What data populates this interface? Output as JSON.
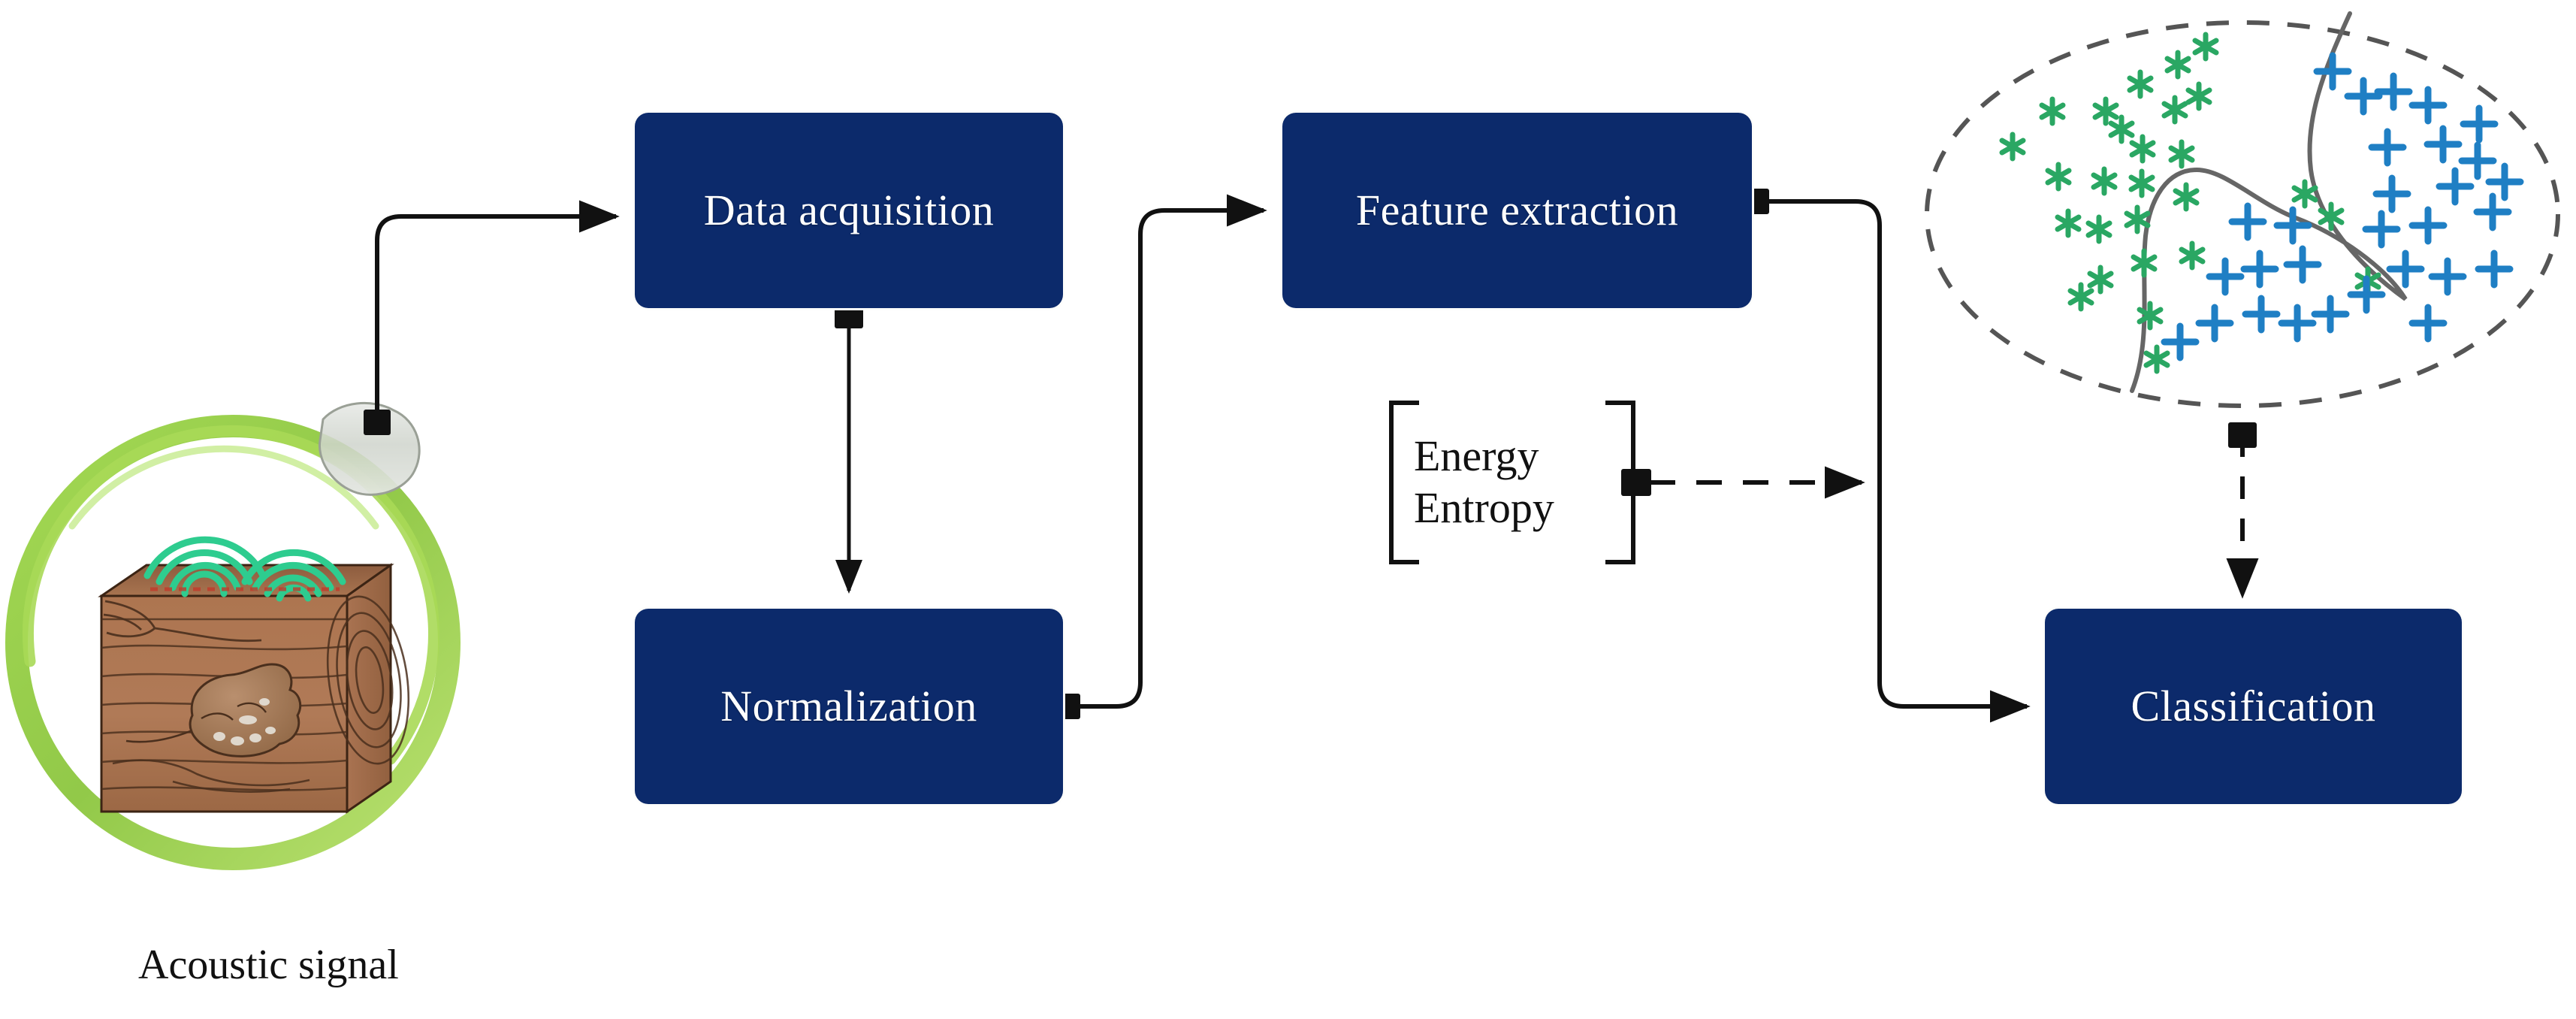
{
  "diagram": {
    "title": "Acoustic signal processing and classification pipeline",
    "background_color": "#ffffff"
  },
  "colors": {
    "box_fill": "#0c2a6b",
    "box_text": "#ffffff",
    "connector": "#111111",
    "ring_green": "#8CC63F",
    "wave_green": "#2ecc8f",
    "wood_light": "#b5805c",
    "wood_mid": "#a5714f",
    "wood_dark": "#4a2f1d",
    "marker_green": "#2aa763",
    "marker_blue": "#1f7fc4",
    "ellipse_dash": "#555555",
    "boundary": "#666666",
    "sensor_body": "#d8dad6"
  },
  "source": {
    "caption": "Acoustic signal",
    "ring_label": "green-ring",
    "sensor_label": "acoustic-sensor",
    "wave_label": "acoustic-waves",
    "specimen_label": "wood-boring-larva",
    "block_label": "wood-block"
  },
  "boxes": [
    {
      "id": "data-acquisition",
      "label": "Data acquisition"
    },
    {
      "id": "normalization",
      "label": "Normalization"
    },
    {
      "id": "feature-extraction",
      "label": "Feature extraction"
    },
    {
      "id": "classification",
      "label": "Classification"
    }
  ],
  "features": {
    "items": [
      "Energy",
      "Entropy"
    ],
    "notation": "matrix-bracket"
  },
  "connectors": [
    {
      "id": "sensor-to-data-acquisition",
      "style": "solid",
      "from": "acoustic-sensor",
      "to": "data-acquisition"
    },
    {
      "id": "data-acquisition-to-normalization",
      "style": "solid",
      "from": "data-acquisition",
      "to": "normalization"
    },
    {
      "id": "normalization-to-feature-extraction",
      "style": "solid",
      "from": "normalization",
      "to": "feature-extraction"
    },
    {
      "id": "feature-extraction-to-classification",
      "style": "solid",
      "from": "feature-extraction",
      "to": "classification"
    },
    {
      "id": "features-to-classification-path",
      "style": "dashed",
      "from": "feature-vector",
      "to": "classification-path"
    },
    {
      "id": "scatter-to-classification",
      "style": "dashed",
      "from": "feature-space-scatter",
      "to": "classification"
    }
  ],
  "chart_data": {
    "type": "scatter",
    "title": "Feature space with decision boundary",
    "xlabel": "",
    "ylabel": "",
    "grid": false,
    "legend_position": "none",
    "boundary": "nonlinear-s-curve",
    "hull": "dashed-ellipse",
    "series": [
      {
        "name": "Class A (asterisk)",
        "marker": "asterisk",
        "color": "#2aa763",
        "count": 27,
        "points": [
          [
            0.14,
            0.59
          ],
          [
            0.24,
            0.69
          ],
          [
            0.25,
            0.52
          ],
          [
            0.25,
            0.4
          ],
          [
            0.33,
            0.69
          ],
          [
            0.34,
            0.52
          ],
          [
            0.35,
            0.4
          ],
          [
            0.36,
            0.27
          ],
          [
            0.4,
            0.63
          ],
          [
            0.42,
            0.77
          ],
          [
            0.43,
            0.59
          ],
          [
            0.44,
            0.46
          ],
          [
            0.45,
            0.33
          ],
          [
            0.46,
            0.21
          ],
          [
            0.47,
            0.12
          ],
          [
            0.5,
            0.69
          ],
          [
            0.51,
            0.84
          ],
          [
            0.52,
            0.56
          ],
          [
            0.53,
            0.44
          ],
          [
            0.54,
            0.3
          ],
          [
            0.56,
            0.9
          ],
          [
            0.57,
            0.72
          ],
          [
            0.58,
            0.62
          ],
          [
            0.6,
            0.5
          ],
          [
            0.62,
            0.57
          ],
          [
            0.65,
            0.52
          ],
          [
            0.7,
            0.4
          ]
        ]
      },
      {
        "name": "Class B (plus)",
        "marker": "plus",
        "color": "#1f7fc4",
        "count": 29,
        "points": [
          [
            0.54,
            0.17
          ],
          [
            0.56,
            0.29
          ],
          [
            0.58,
            0.38
          ],
          [
            0.6,
            0.24
          ],
          [
            0.62,
            0.43
          ],
          [
            0.63,
            0.31
          ],
          [
            0.64,
            0.13
          ],
          [
            0.66,
            0.88
          ],
          [
            0.68,
            0.22
          ],
          [
            0.7,
            0.82
          ],
          [
            0.71,
            0.36
          ],
          [
            0.72,
            0.79
          ],
          [
            0.73,
            0.52
          ],
          [
            0.74,
            0.19
          ],
          [
            0.76,
            0.64
          ],
          [
            0.77,
            0.26
          ],
          [
            0.78,
            0.85
          ],
          [
            0.79,
            0.46
          ],
          [
            0.8,
            0.33
          ],
          [
            0.81,
            0.71
          ],
          [
            0.82,
            0.58
          ],
          [
            0.83,
            0.2
          ],
          [
            0.85,
            0.76
          ],
          [
            0.86,
            0.41
          ],
          [
            0.88,
            0.63
          ],
          [
            0.89,
            0.28
          ],
          [
            0.9,
            0.55
          ],
          [
            0.92,
            0.49
          ],
          [
            0.93,
            0.36
          ]
        ]
      }
    ]
  }
}
